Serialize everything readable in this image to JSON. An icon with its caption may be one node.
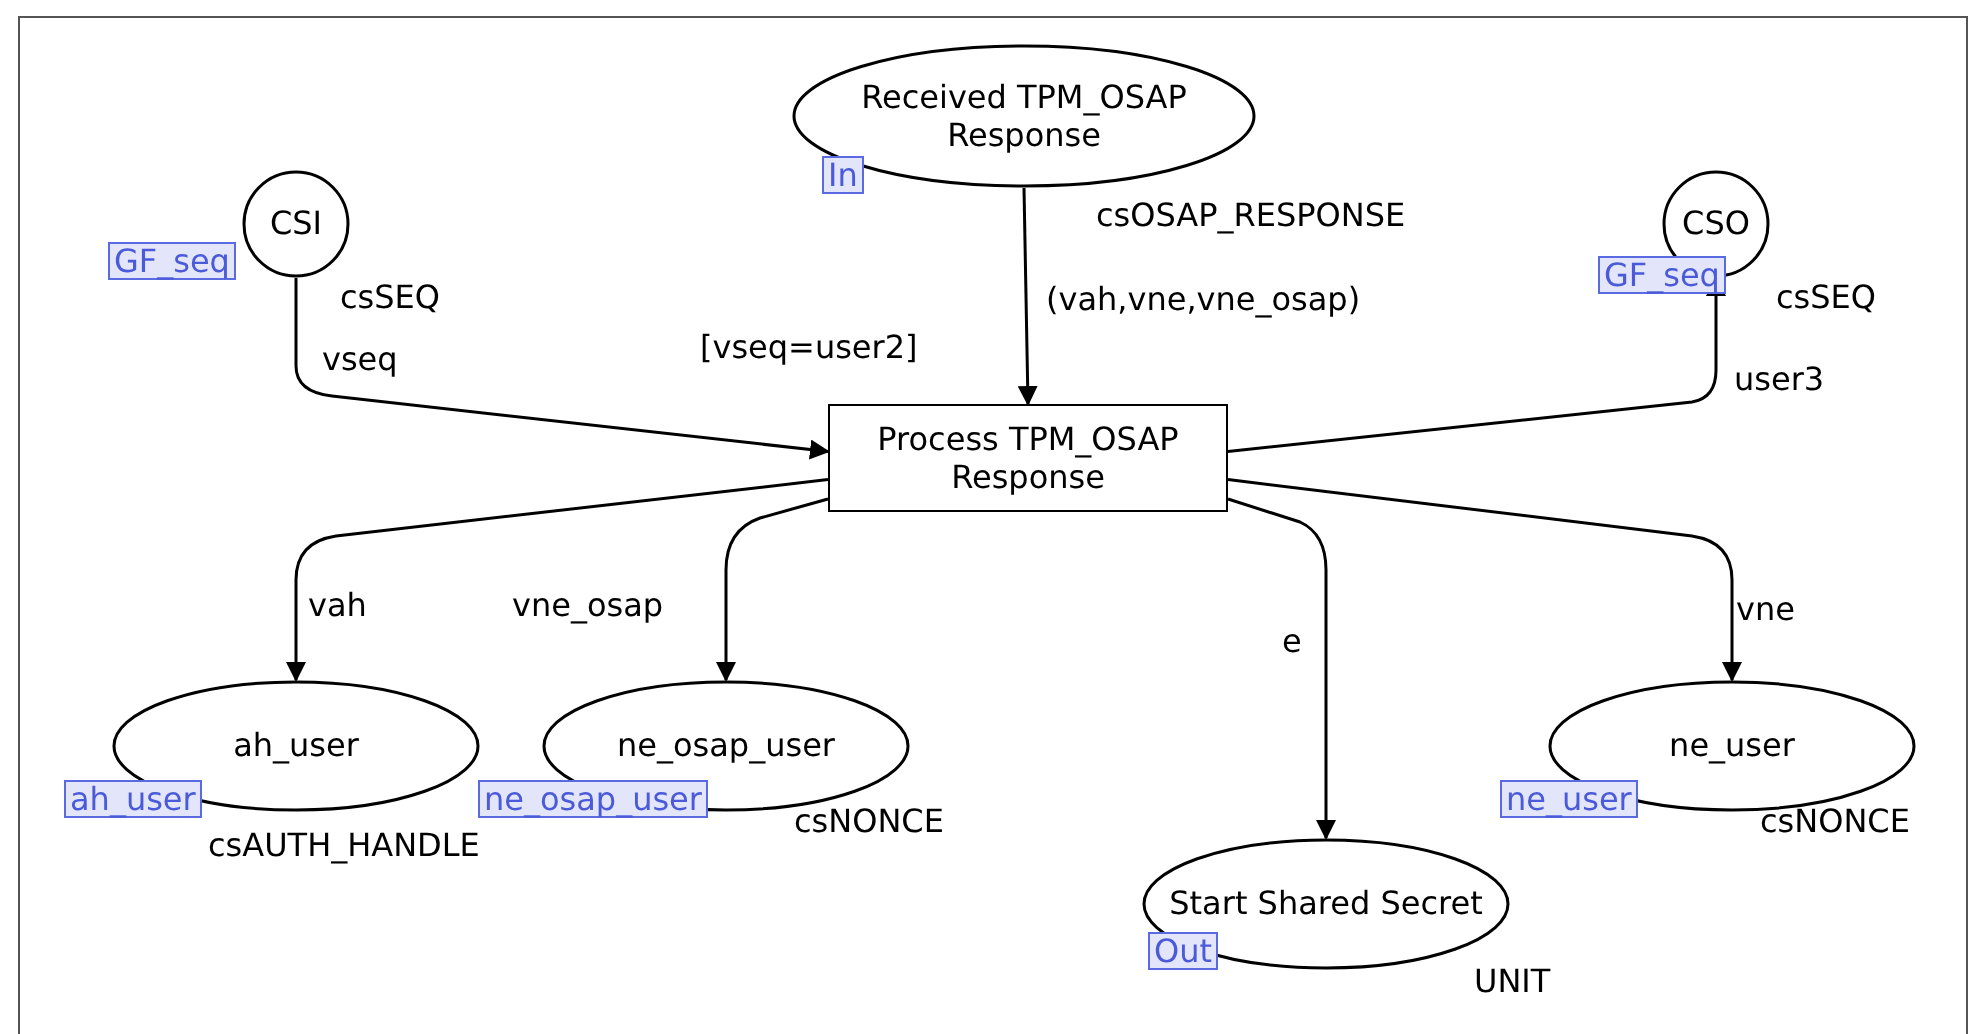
{
  "diagram": {
    "nodes": [
      {
        "text": [
          "Received TPM_OSAP Response"
        ],
        "beside": [
          "In",
          "csOSAP_RESPONSE"
        ]
      },
      {
        "text": [
          "CSI"
        ],
        "beside": [
          "GF_seq",
          "csSEQ"
        ]
      },
      {
        "text": [
          "CSO"
        ],
        "beside": [
          "GF_seq",
          "csSEQ"
        ]
      },
      {
        "text": [
          "Process TPM_OSAP Response"
        ],
        "beside": [
          "[vseq=user2]"
        ]
      },
      {
        "text": [
          "ah_user"
        ],
        "beside": [
          "ah_user",
          "csAUTH_HANDLE"
        ]
      },
      {
        "text": [
          "ne_osap_user"
        ],
        "beside": [
          "ne_osap_user",
          "csNONCE"
        ]
      },
      {
        "text": [
          "Start Shared Secret"
        ],
        "beside": [
          "Out",
          "UNIT"
        ]
      },
      {
        "text": [
          "ne_user"
        ],
        "beside": [
          "ne_user",
          "csNONCE"
        ]
      }
    ],
    "edges": [
      {
        "from": 0,
        "to": 3,
        "arrow": "to",
        "label": "(vah,vne,vne_osap)"
      },
      {
        "from": 1,
        "to": 3,
        "arrow": "to",
        "label": "vseq"
      },
      {
        "from": 3,
        "to": 2,
        "arrow": "to",
        "label": "user3"
      },
      {
        "from": 3,
        "to": 4,
        "arrow": "to",
        "label": "vah"
      },
      {
        "from": 3,
        "to": 5,
        "arrow": "to",
        "label": "vne_osap"
      },
      {
        "from": 3,
        "to": 6,
        "arrow": "to",
        "label": "e"
      },
      {
        "from": 3,
        "to": 7,
        "arrow": "to",
        "label": "vne"
      }
    ]
  }
}
